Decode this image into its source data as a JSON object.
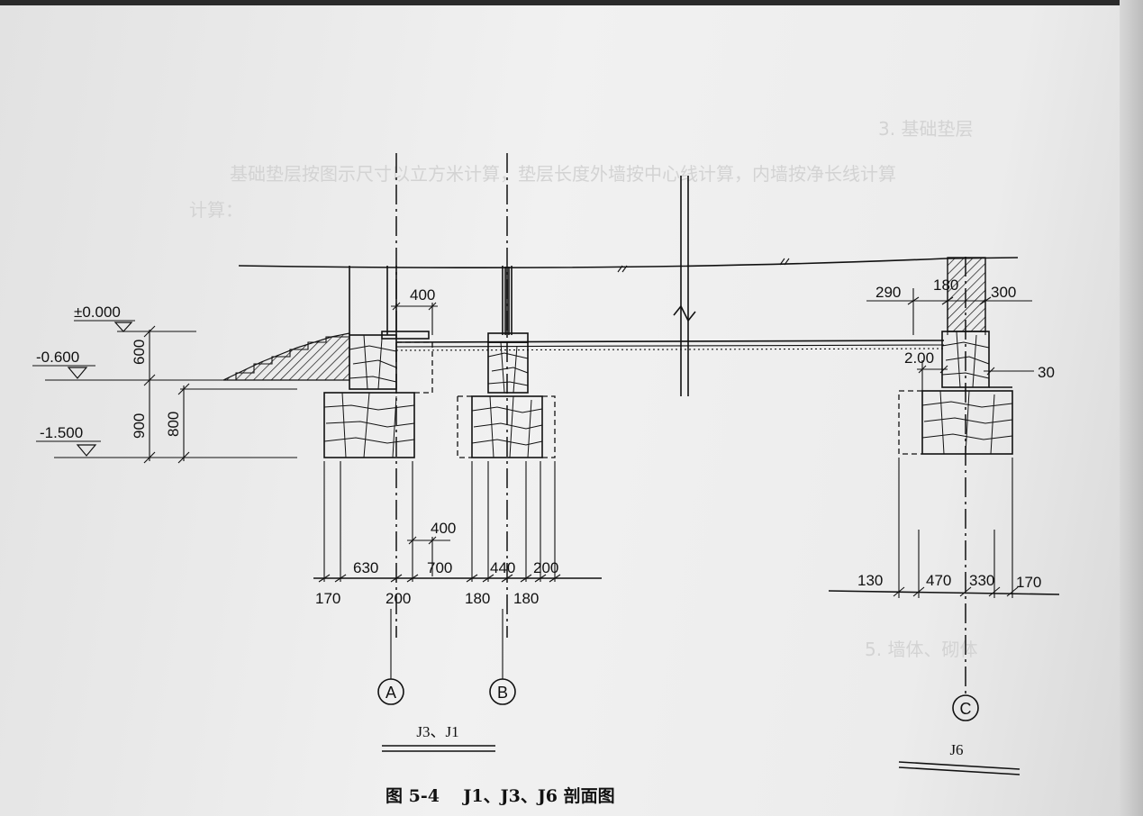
{
  "figure": {
    "caption": "图 5-4    J1、J3、J6 剖面图"
  },
  "levels": {
    "ground_floor": "±0.000",
    "outdoor": "-0.600",
    "foundation_base": "-1.500"
  },
  "vertical_dims": {
    "upper": "600",
    "lower": "900",
    "footing_height": "800"
  },
  "dims_A": {
    "column_offset": "400",
    "bottom_offset": "400",
    "row_upper": [
      "630",
      "700"
    ],
    "row_lower": [
      "170",
      "200",
      "180"
    ]
  },
  "dims_B": {
    "row_upper": [
      "440",
      "200"
    ],
    "row_lower": [
      "180"
    ]
  },
  "dims_C": {
    "top": [
      "290",
      "180",
      "300"
    ],
    "wall_offset": "2.00",
    "side_offset": "30",
    "bottom": [
      "130",
      "470",
      "330",
      "170"
    ]
  },
  "axes": {
    "a": "A",
    "b": "B",
    "c": "C"
  },
  "section_labels": {
    "left": "J3、J1",
    "right": "J6"
  },
  "background_text": [
    "3. 基础垫层",
    "基础垫层按图示尺寸以立方米计算，垫层长度外墙按中心线计算，内墙按净长线计算",
    "计算：",
    "5. 墙体、砌体"
  ],
  "colors": {
    "ink": "#111111",
    "paper": "#eeeeee"
  }
}
